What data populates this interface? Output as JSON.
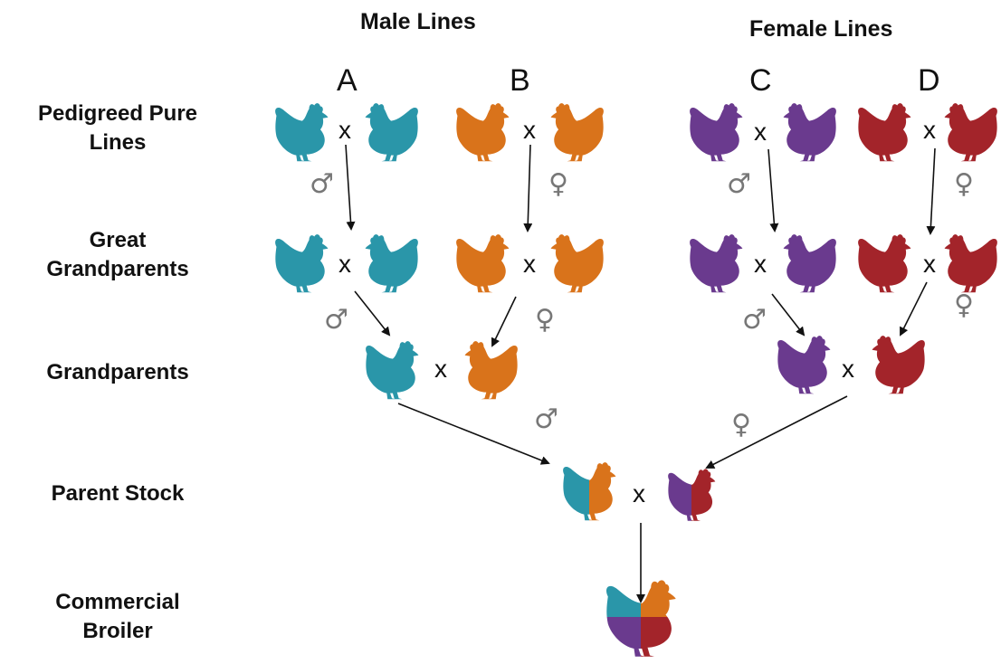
{
  "headings": {
    "male": "Male Lines",
    "female": "Female Lines"
  },
  "lines": [
    "A",
    "B",
    "C",
    "D"
  ],
  "rows": [
    "Pedigreed Pure\nLines",
    "Great\nGrandparents",
    "Grandparents",
    "Parent Stock",
    "Commercial\nBroiler"
  ],
  "cross_symbol": "x",
  "male_symbol": "♂",
  "female_symbol": "♀",
  "colors": {
    "A": "#2a96a9",
    "B": "#d9731b",
    "C": "#6a3a8e",
    "D": "#a3242a",
    "arrow": "#111111"
  },
  "icons": "chicken-silhouette"
}
